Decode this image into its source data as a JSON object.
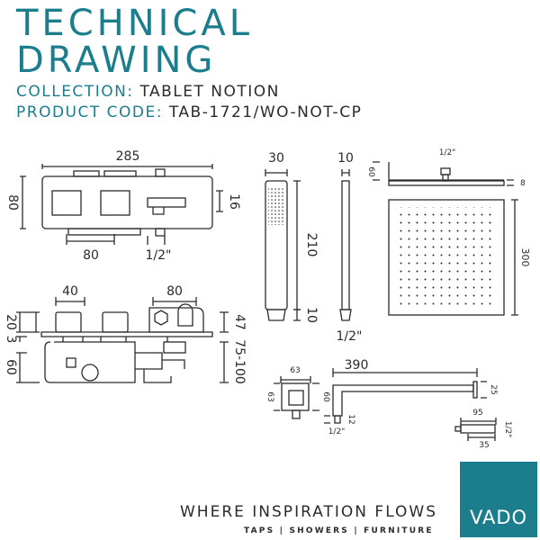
{
  "header": {
    "title_line1": "TECHNICAL",
    "title_line2": "DRAWING",
    "collection_label": "COLLECTION:",
    "collection_value": "TABLET NOTION",
    "product_code_label": "PRODUCT CODE:",
    "product_code_value": "TAB-1721/WO-NOT-CP"
  },
  "dimensions": {
    "valve_width": "285",
    "valve_height": "80",
    "valve_depth_small": "16",
    "valve_centres": "80",
    "valve_outlet": "1/2\"",
    "handset_width": "30",
    "handset_length": "210",
    "handset_base": "10",
    "holder_width": "10",
    "holder_outlet": "1/2\"",
    "head_inlet": "1/2\"",
    "head_depth": "8",
    "head_top": "60",
    "head_size": "300",
    "side_handle_width": "40",
    "side_centres": "80",
    "side_handle_height": "20",
    "side_plate": "3",
    "side_body": "60",
    "side_projection": "47",
    "side_range": "75-100",
    "elbow_width": "63",
    "elbow_height": "63",
    "elbow_depth": "60",
    "arm_length": "390",
    "arm_height": "25",
    "arm_inlet_depth": "12",
    "arm_inlet": "1/2\"",
    "flange_width": "95",
    "flange_depth": "35",
    "flange_inlet": "1/2\""
  },
  "footer": {
    "tagline": "WHERE INSPIRATION FLOWS",
    "subtag": "TAPS | SHOWERS | FURNITURE",
    "brand": "VADO"
  },
  "colors": {
    "accent": "#1c7d8c",
    "text": "#2b2b2b",
    "logo_text": "#ffffff"
  }
}
